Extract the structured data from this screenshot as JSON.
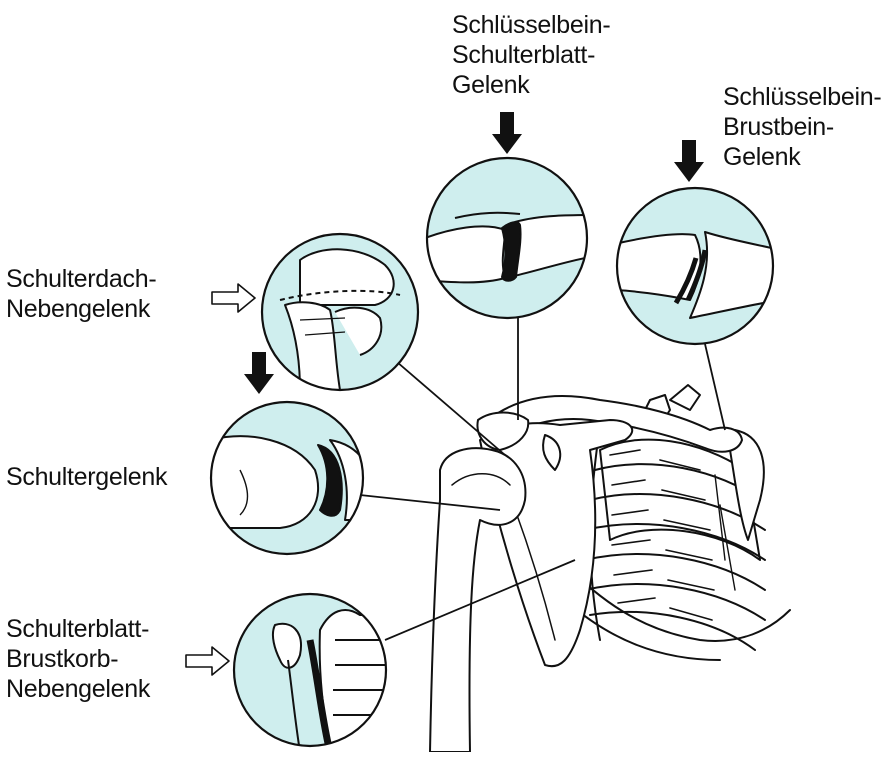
{
  "labels": {
    "acromioclavicular": [
      "Schlüsselbein-",
      "Schulterblatt-",
      "Gelenk"
    ],
    "sternoclavicular": [
      "Schlüsselbein-",
      "Brustbein-",
      "Gelenk"
    ],
    "subacromial": [
      "Schulterdach-",
      "Nebengelenk"
    ],
    "glenohumeral": [
      "Schultergelenk"
    ],
    "scapulothoracic": [
      "Schulterblatt-",
      "Brustkorb-",
      "Nebengelenk"
    ]
  },
  "colors": {
    "circle_fill": "#cfeeee",
    "ink": "#111111",
    "bone": "#ffffff"
  },
  "icons": [
    "down-arrow-icon",
    "right-arrow-outline-icon"
  ]
}
